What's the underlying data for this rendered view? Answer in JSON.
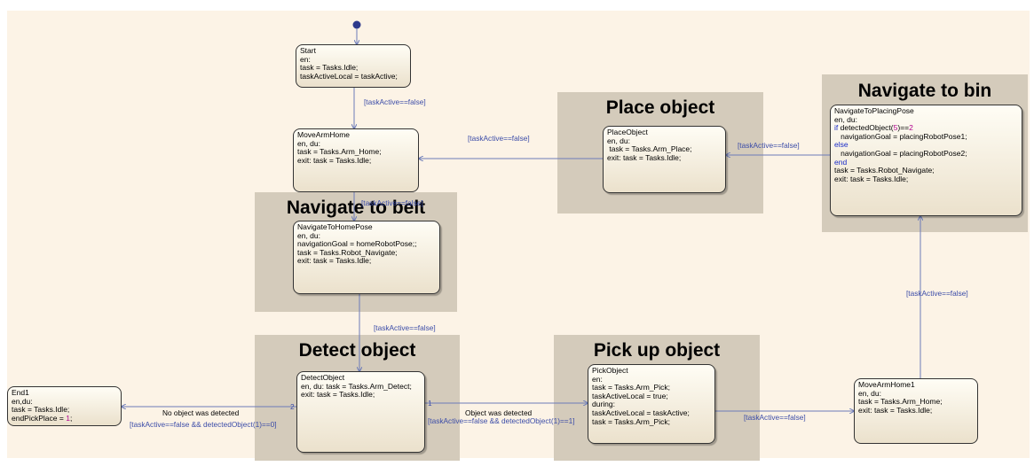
{
  "areas": {
    "place_object": "Place object",
    "navigate_to_bin": "Navigate to bin",
    "navigate_to_belt": "Navigate to belt",
    "detect_object": "Detect object",
    "pick_up_object": "Pick up object"
  },
  "states": {
    "start": {
      "name": "Start",
      "lines": [
        "en:",
        "task = Tasks.Idle;",
        "taskActiveLocal = taskActive;"
      ]
    },
    "move_arm_home": {
      "name": "MoveArmHome",
      "lines": [
        "en, du:",
        "task = Tasks.Arm_Home;",
        "exit: task = Tasks.Idle;"
      ]
    },
    "navigate_to_home_pose": {
      "name": "NavigateToHomePose",
      "lines": [
        "en, du:",
        "navigationGoal = homeRobotPose;;",
        "task = Tasks.Robot_Navigate;",
        "exit: task = Tasks.Idle;"
      ]
    },
    "detect_object": {
      "name": "DetectObject",
      "lines": [
        "en, du: task = Tasks.Arm_Detect;",
        "exit: task = Tasks.Idle;"
      ]
    },
    "end1": {
      "name": "End1",
      "lines": [
        "en,du:",
        "task = Tasks.Idle;"
      ],
      "last_line_prefix": "endPickPlace = ",
      "last_line_number": "1",
      "last_line_suffix": ";"
    },
    "pick_object": {
      "name": "PickObject",
      "lines": [
        "en:",
        "task = Tasks.Arm_Pick;",
        "taskActiveLocal = true;",
        "during:",
        "taskActiveLocal = taskActive;",
        "task = Tasks.Arm_Pick;"
      ]
    },
    "move_arm_home1": {
      "name": "MoveArmHome1",
      "lines": [
        "en, du:",
        "task = Tasks.Arm_Home;",
        "exit: task = Tasks.Idle;"
      ]
    },
    "place_object": {
      "name": "PlaceObject",
      "lines": [
        "en, du:",
        " task = Tasks.Arm_Place;",
        "exit: task = Tasks.Idle;"
      ]
    },
    "navigate_to_placing_pose": {
      "name": "NavigateToPlacingPose",
      "line1": "en, du:",
      "if_keyword": "if",
      "if_expr_a": " detectedObject(",
      "if_num_a": "5",
      "if_expr_b": ")==",
      "if_num_b": "2",
      "line_goal1": "   navigationGoal = placingRobotPose1;",
      "else_keyword": "else",
      "line_goal2": "   navigationGoal = placingRobotPose2;",
      "end_keyword": "end",
      "line_task": "task = Tasks.Robot_Navigate;",
      "line_exit": "exit: task = Tasks.Idle;"
    }
  },
  "transitions": {
    "start_to_movearm": "[taskActive==false]",
    "place_to_movearm": "[taskActive==false]",
    "placing_to_place": "[taskActive==false]",
    "movearm_to_navhome": "[taskActive==false]",
    "navhome_to_detect": "[taskActive==false]",
    "detect_to_end": "[taskActive==false && detectedObject(1)==0]",
    "detect_to_end_title": "No object was detected",
    "detect_to_end_order": "2",
    "detect_to_pick": "[taskActive==false && detectedObject(1)==1]",
    "detect_to_pick_title": "Object was detected",
    "detect_to_pick_order": "1",
    "pick_to_movearm1": "[taskActive==false]",
    "movearm1_to_placing": "[taskActive==false]"
  },
  "colors": {
    "background": "#fcf3e6",
    "area": "#d4cbbb",
    "wire": "#6b7bb8",
    "label": "#3b4ca8",
    "number": "#b0008f"
  }
}
